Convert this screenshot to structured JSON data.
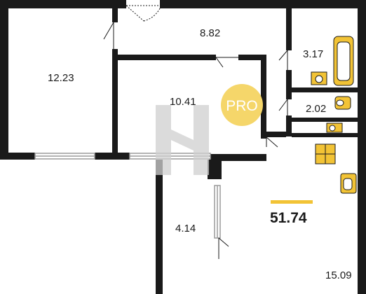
{
  "plan": {
    "rooms": [
      {
        "id": "room-left",
        "area": "12.23"
      },
      {
        "id": "corridor",
        "area": "8.82"
      },
      {
        "id": "room-middle",
        "area": "10.41"
      },
      {
        "id": "bathroom",
        "area": "3.17"
      },
      {
        "id": "toilet",
        "area": "2.02"
      },
      {
        "id": "loggia",
        "area": "4.14"
      },
      {
        "id": "kitchen-living",
        "area": "15.09"
      }
    ],
    "total_area": "51.74",
    "badge": "PRO",
    "colors": {
      "walls": "#1a1a1a",
      "fixtures": "#f2c335",
      "badge": "#f5d66a",
      "window": "#9a9a9a",
      "watermark": "#d0d0d0"
    }
  }
}
